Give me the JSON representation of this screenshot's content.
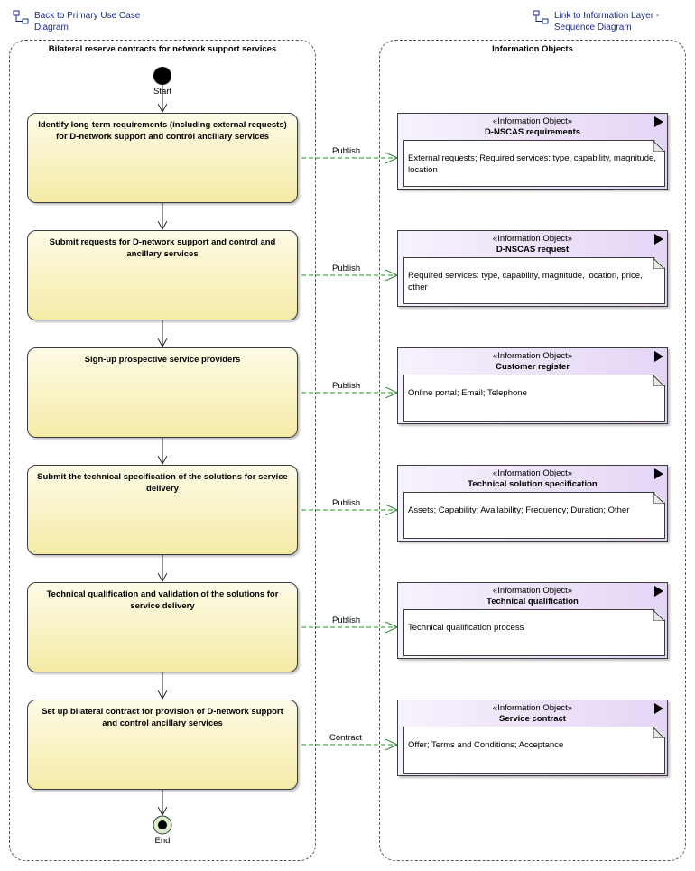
{
  "links": {
    "back": "Back to Primary Use Case Diagram",
    "info": "Link to Information Layer - Sequence Diagram"
  },
  "lanes": {
    "left_title": "Bilateral reserve contracts for network support services",
    "right_title": "Information Objects"
  },
  "nodes": {
    "start": "Start",
    "end": "End"
  },
  "actions": [
    "Identify long-term requirements (including external requests) for D-network support and control ancillary services",
    "Submit requests for  D-network support and control and ancillary services",
    "Sign-up prospective service providers",
    "Submit the technical specification of the solutions for service delivery",
    "Technical qualification and validation of the solutions for service delivery",
    "Set up bilateral contract for provision of D-network support and control ancillary services"
  ],
  "flows": [
    "Publish",
    "Publish",
    "Publish",
    "Publish",
    "Publish",
    "Contract"
  ],
  "objects": [
    {
      "stereotype": "«Information Object»",
      "name": "D-NSCAS requirements",
      "note": "External requests; Required services: type, capability, magnitude, location"
    },
    {
      "stereotype": "«Information Object»",
      "name": "D-NSCAS request",
      "note": "Required services: type, capability, magnitude, location, price, other"
    },
    {
      "stereotype": "«Information Object»",
      "name": "Customer register",
      "note": "Online portal; Email; Telephone"
    },
    {
      "stereotype": "«Information Object»",
      "name": "Technical solution specification",
      "note": "Assets; Capability; Availability; Frequency; Duration; Other"
    },
    {
      "stereotype": "«Information Object»",
      "name": "Technical qualification",
      "note": "Technical qualification process"
    },
    {
      "stereotype": "«Information Object»",
      "name": "Service contract",
      "note": "Offer; Terms and Conditions; Acceptance"
    }
  ],
  "colors": {
    "action_fill": "#f5eba7",
    "object_fill": "#e4d5f5",
    "flow_line": "#2a8a2a",
    "link_text": "#1a2a8a"
  }
}
